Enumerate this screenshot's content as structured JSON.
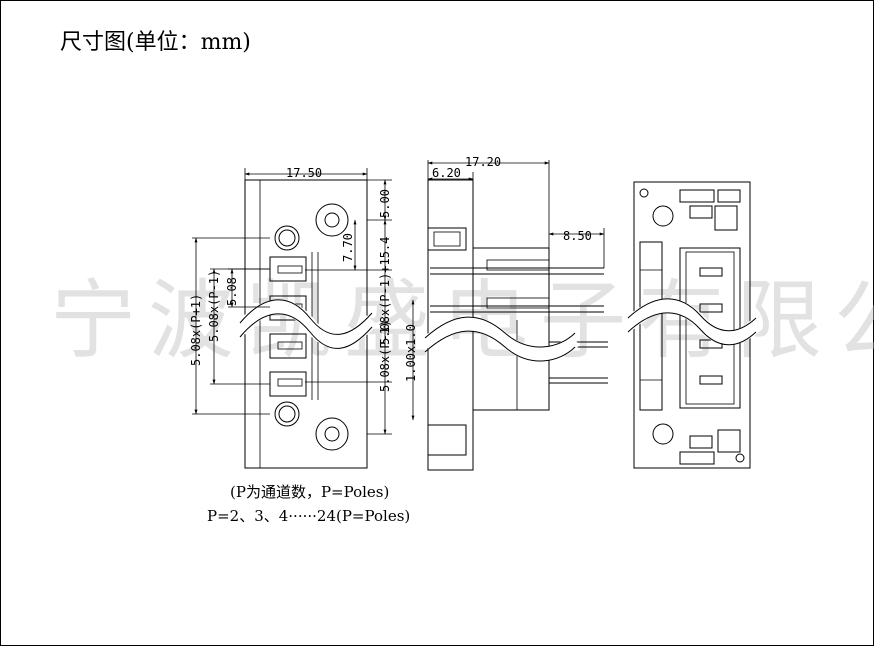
{
  "title": "尺寸图(单位：mm)",
  "watermark": "宁波凯盛电子有限公司",
  "notes": {
    "line1": "(P为通道数，P=Poles)",
    "line2": "P=2、3、4······24(P=Poles)"
  },
  "front_view": {
    "width": "17.50",
    "top_offset": "5.00",
    "hole_offset": "7.70",
    "pitch": "5.08",
    "overall": "5.08x(P+1)",
    "pins_span": "5.08x(P-1)",
    "right_overall": "5.08x(P-1)+15.4",
    "right_pins_span": "5.08x(P-1)"
  },
  "side_view": {
    "depth": "17.20",
    "flange": "6.20",
    "pin_length": "8.50",
    "pin_size": "1.00x1.0"
  }
}
